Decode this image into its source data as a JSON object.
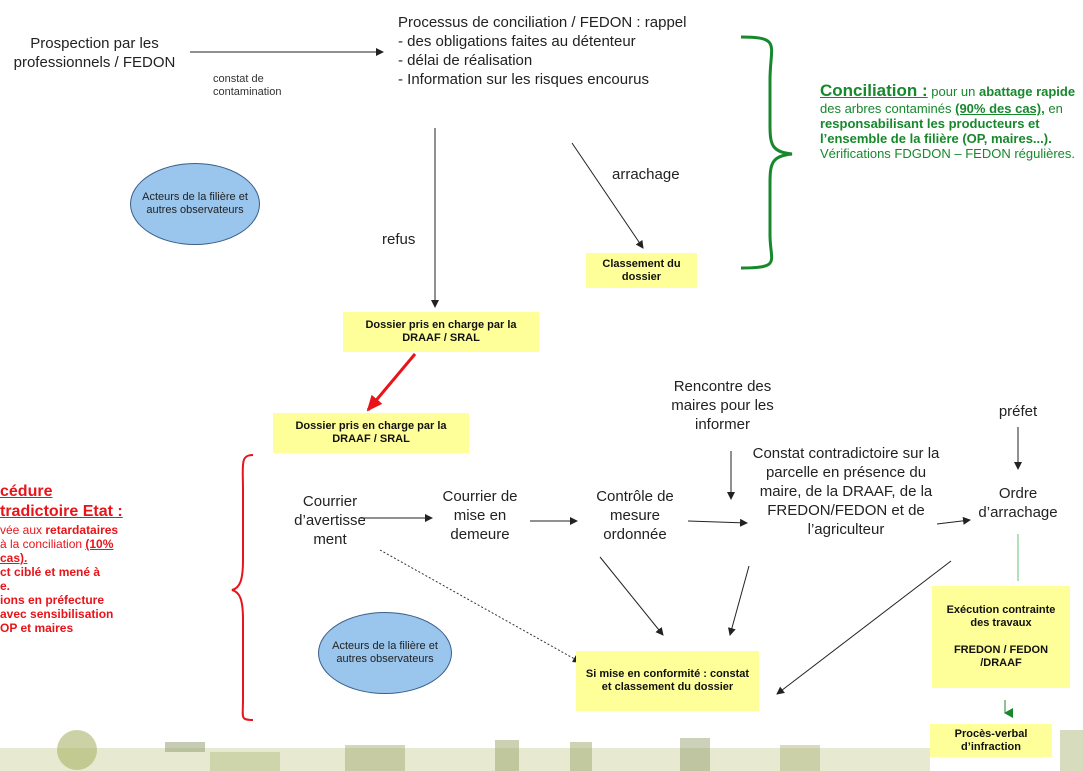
{
  "colors": {
    "green": "#17882c",
    "red": "#e8141a",
    "yellow_box": "#ffff99",
    "ellipse_fill": "#9ac5ec"
  },
  "prospection": "Prospection par les professionnels / FEDON",
  "constat_contamination": "constat de contamination",
  "processus": {
    "title": "Processus de conciliation / FEDON : rappel",
    "items": [
      "- des obligations faites au détenteur",
      "- délai de réalisation",
      "- Information sur les risques encourus"
    ]
  },
  "acteurs_top": "Acteurs de la filière et autres observateurs",
  "acteurs_bottom": "Acteurs de la filière et autres observateurs",
  "refus": "refus",
  "arrachage": "arrachage",
  "classement": "Classement du dossier",
  "dossier_1": "Dossier pris en charge par la DRAAF / SRAL",
  "dossier_2": "Dossier pris en charge par la DRAAF / SRAL",
  "conciliation": {
    "title": "Conciliation :",
    "t1": " pour un ",
    "b1": "abattage rapide",
    "t2": " des arbres contaminés ",
    "b2": "(90% des cas),",
    "t3": " en ",
    "b3": "responsabilisant les producteurs et l’ensemble de la filière (OP, maires...).",
    "t4": " Vérifications FDGDON – FEDON régulières."
  },
  "procedure": {
    "title_1": "cédure",
    "title_2": "tradictoire Etat :",
    "l1_a": "vée aux ",
    "l1_b": "retardataires",
    "l2_a": "à la conciliation ",
    "l2_b": "(10%",
    "l3": "cas).",
    "l4": "ct ciblé et mené à",
    "l5": "e.",
    "l6": "ions en préfecture",
    "l7": "avec sensibilisation",
    "l8": "OP et maires"
  },
  "rencontre": "Rencontre des maires pour les informer",
  "prefet": "préfet",
  "courrier_avert": "Courrier d’avertisse ment",
  "courrier_mise": "Courrier de mise en demeure",
  "controle": "Contrôle de mesure ordonnée",
  "constat_contra": "Constat contradictoire sur la parcelle en présence du maire, de la DRAAF, de la FREDON/FEDON et de l’agriculteur",
  "ordre": "Ordre d’arrachage",
  "execution": {
    "l1": "Exécution contrainte des travaux",
    "l2": "FREDON / FEDON /DRAAF"
  },
  "conformite": "Si mise en conformité : constat et classement du dossier",
  "proces_verbal": "Procès-verbal d’infraction"
}
